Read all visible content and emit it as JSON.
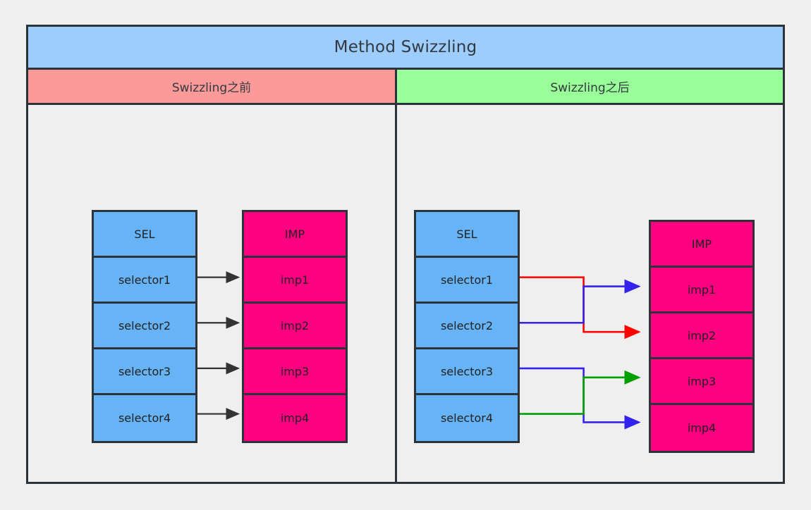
{
  "diagram": {
    "title": "Method Swizzling",
    "panels": [
      {
        "id": "before",
        "label": "Swizzling之前",
        "header_color": "#fc9a9a"
      },
      {
        "id": "after",
        "label": "Swizzling之后",
        "header_color": "#99ff99"
      }
    ],
    "colors": {
      "title_bar": "#9ccdfc",
      "sel_cell": "#66b3f5",
      "imp_cell": "#ff0080",
      "border": "#2d333b",
      "background": "#efefef",
      "arrow_black": "#333333",
      "wire_red": "#ff0000",
      "wire_blue": "#3322ee",
      "wire_green": "#00a000"
    },
    "before": {
      "sel_table": {
        "header": "SEL",
        "rows": [
          "selector1",
          "selector2",
          "selector3",
          "selector4"
        ]
      },
      "imp_table": {
        "header": "IMP",
        "rows": [
          "imp1",
          "imp2",
          "imp3",
          "imp4"
        ]
      },
      "mappings": [
        {
          "from": "selector1",
          "to": "imp1",
          "color": "#333333"
        },
        {
          "from": "selector2",
          "to": "imp2",
          "color": "#333333"
        },
        {
          "from": "selector3",
          "to": "imp3",
          "color": "#333333"
        },
        {
          "from": "selector4",
          "to": "imp4",
          "color": "#333333"
        }
      ]
    },
    "after": {
      "sel_table": {
        "header": "SEL",
        "rows": [
          "selector1",
          "selector2",
          "selector3",
          "selector4"
        ]
      },
      "imp_table": {
        "header": "IMP",
        "rows": [
          "imp1",
          "imp2",
          "imp3",
          "imp4"
        ]
      },
      "mappings": [
        {
          "from": "selector1",
          "to": "imp2",
          "color": "#ff0000"
        },
        {
          "from": "selector2",
          "to": "imp1",
          "color": "#3322ee"
        },
        {
          "from": "selector3",
          "to": "imp4",
          "color": "#3322ee"
        },
        {
          "from": "selector4",
          "to": "imp3",
          "color": "#00a000"
        }
      ]
    }
  }
}
